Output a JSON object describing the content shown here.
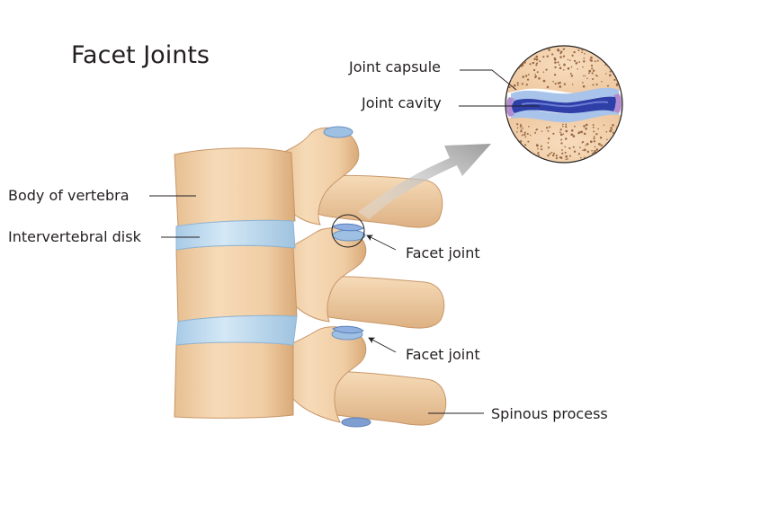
{
  "title": "Facet Joints",
  "labels": {
    "joint_capsule": "Joint capsule",
    "joint_cavity": "Joint cavity",
    "body_of_vertebra": "Body of vertebra",
    "intervertebral_disk": "Intervertebral disk",
    "facet_joint_upper": "Facet joint",
    "facet_joint_lower": "Facet joint",
    "spinous_process": "Spinous process"
  },
  "colors": {
    "bone": "#f1cfa6",
    "bone_shadow": "#d9aa78",
    "disk": "#bcd9ee",
    "disk_edge": "#93bbd8",
    "cartilage_blue": "#8fb0e0",
    "cavity": "#2e3fa8",
    "capsule_purple": "#b48ad0",
    "arrow_gray": "#a7a7a7",
    "text": "#231f20"
  }
}
